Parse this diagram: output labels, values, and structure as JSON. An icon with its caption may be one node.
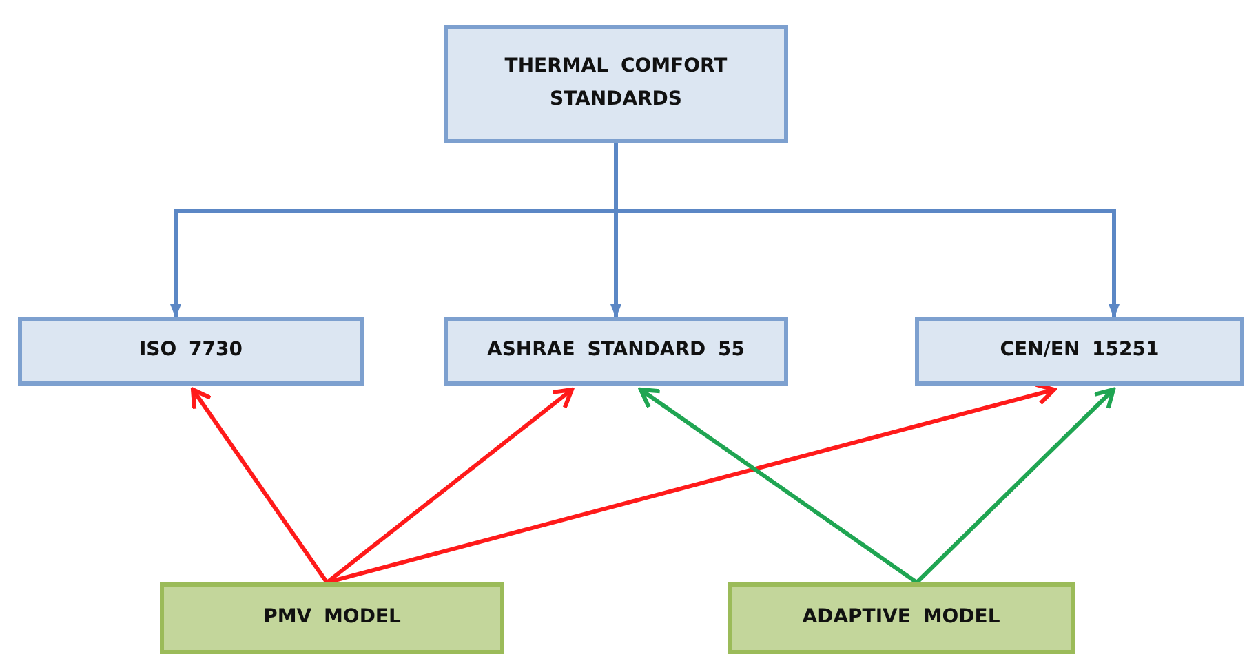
{
  "diagram": {
    "nodes": [
      {
        "text": [
          "THERMAL COMFORT STANDARDS"
        ]
      },
      {
        "text": [
          "ISO 7730"
        ]
      },
      {
        "text": [
          "ASHRAE STANDARD 55"
        ]
      },
      {
        "text": [
          "CEN/EN 15251"
        ]
      },
      {
        "text": [
          "PMV MODEL"
        ]
      },
      {
        "text": [
          "ADAPTIVE MODEL"
        ]
      }
    ],
    "edges": [
      {
        "from": 0,
        "to": 1,
        "arrow": "to"
      },
      {
        "from": 0,
        "to": 2,
        "arrow": "to"
      },
      {
        "from": 0,
        "to": 3,
        "arrow": "to"
      },
      {
        "from": 4,
        "to": 1,
        "arrow": "to",
        "color": "#ff1a1a"
      },
      {
        "from": 4,
        "to": 2,
        "arrow": "to",
        "color": "#ff1a1a"
      },
      {
        "from": 4,
        "to": 3,
        "arrow": "to",
        "color": "#ff1a1a"
      },
      {
        "from": 5,
        "to": 2,
        "arrow": "to",
        "color": "#1fa552"
      },
      {
        "from": 5,
        "to": 3,
        "arrow": "to",
        "color": "#1fa552"
      }
    ]
  }
}
